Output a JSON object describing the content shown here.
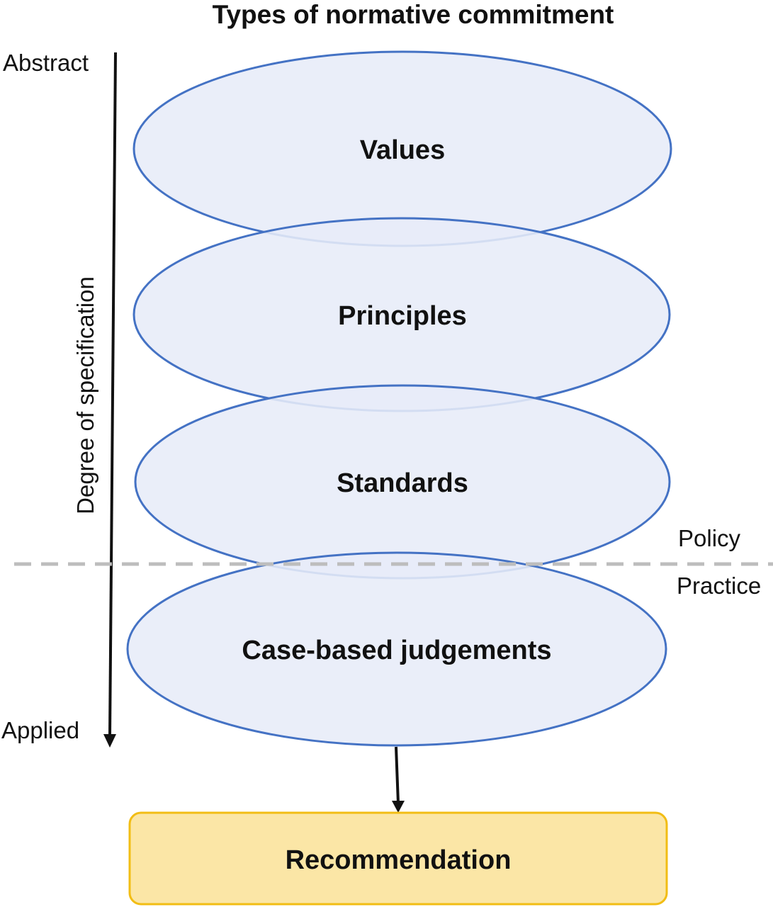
{
  "title": "Types of normative commitment",
  "axis": {
    "top_label": "Abstract",
    "bottom_label": "Applied",
    "label": "Degree of specification"
  },
  "divider": {
    "above_label": "Policy",
    "below_label": "Practice"
  },
  "levels": [
    {
      "label": "Values"
    },
    {
      "label": "Principles"
    },
    {
      "label": "Standards"
    },
    {
      "label": "Case-based judgements"
    }
  ],
  "output": {
    "label": "Recommendation"
  },
  "colors": {
    "ellipse_fill": "#e7ecf8",
    "ellipse_stroke": "#4472c4",
    "box_fill": "#fbe6a6",
    "box_stroke": "#f2bd14",
    "divider": "#bdbdbd"
  }
}
